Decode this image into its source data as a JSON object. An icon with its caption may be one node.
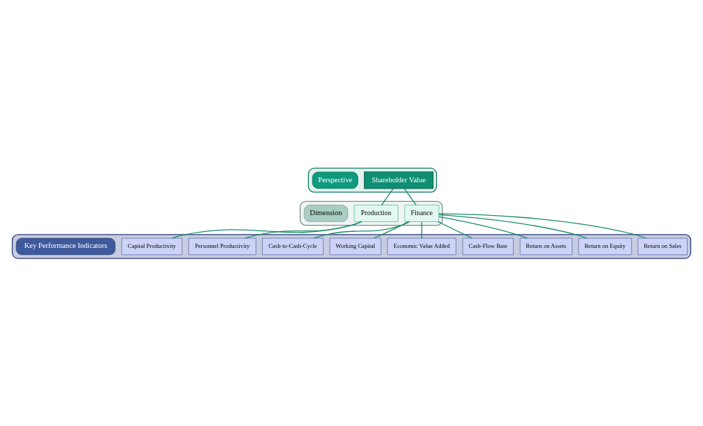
{
  "diagram": {
    "nodes": [
      {
        "text": [],
        "shape": "box"
      },
      {
        "text": [
          "Shareholder Value"
        ],
        "in": 0
      },
      {
        "text": [
          "Perspective"
        ],
        "in": 0
      },
      {
        "text": [],
        "shape": "box"
      },
      {
        "text": [
          "Finance"
        ],
        "in": 3
      },
      {
        "text": [
          "Production"
        ],
        "in": 3
      },
      {
        "text": [
          "Dimension"
        ],
        "in": 3
      },
      {
        "text": [],
        "shape": "box"
      },
      {
        "text": [
          "Return on Sales"
        ],
        "in": 7
      },
      {
        "text": [
          "Return on Equity"
        ],
        "in": 7
      },
      {
        "text": [
          "Return on Assets"
        ],
        "in": 7
      },
      {
        "text": [
          "Cash-Flow Rate"
        ],
        "in": 7
      },
      {
        "text": [
          "Economic Value Added"
        ],
        "in": 7
      },
      {
        "text": [
          "Working Capital"
        ],
        "in": 7
      },
      {
        "text": [
          "Cash-to-Cash-Cycle"
        ],
        "in": 7
      },
      {
        "text": [
          "Personnel Productivity"
        ],
        "in": 7
      },
      {
        "text": [
          "Capital Productivity"
        ],
        "in": 7
      },
      {
        "text": [
          "Key Performance Indicators"
        ],
        "in": 7
      }
    ],
    "edges": [
      {
        "from": 1,
        "to": 4,
        "arrow": "none"
      },
      {
        "from": 1,
        "to": 5,
        "arrow": "none"
      },
      {
        "from": 4,
        "to": 8,
        "arrow": "none"
      },
      {
        "from": 4,
        "to": 9,
        "arrow": "none"
      },
      {
        "from": 4,
        "to": 10,
        "arrow": "none"
      },
      {
        "from": 4,
        "to": 11,
        "arrow": "none"
      },
      {
        "from": 4,
        "to": 12,
        "arrow": "none"
      },
      {
        "from": 4,
        "to": 13,
        "arrow": "none"
      },
      {
        "from": 4,
        "to": 14,
        "arrow": "none"
      },
      {
        "from": 5,
        "to": 15,
        "arrow": "none"
      },
      {
        "from": 5,
        "to": 16,
        "arrow": "none"
      }
    ]
  }
}
